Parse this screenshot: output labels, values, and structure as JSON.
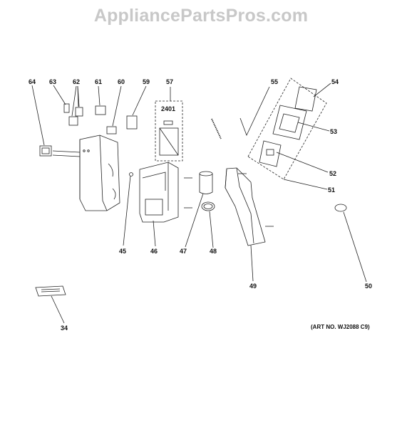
{
  "watermark": "AppliancePartsPros.com",
  "art_number": "(ART NO. WJ2088 C9)",
  "labels": {
    "l64": "64",
    "l63": "63",
    "l62": "62",
    "l61": "61",
    "l60": "60",
    "l59": "59",
    "l57": "57",
    "l2401": "2401",
    "l55": "55",
    "l54": "54",
    "l53": "53",
    "l52": "52",
    "l51": "51",
    "l45": "45",
    "l46": "46",
    "l47": "47",
    "l48": "48",
    "l49": "49",
    "l50": "50",
    "l34": "34"
  }
}
